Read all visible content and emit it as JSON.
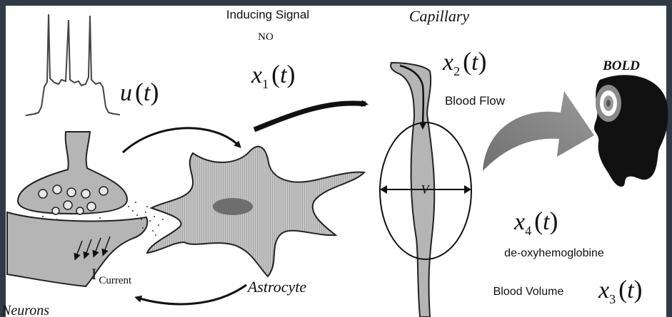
{
  "labels": {
    "inducing_signal": "Inducing Signal",
    "no": "NO",
    "capillary": "Capillary",
    "bold": "BOLD",
    "blood_flow": "Blood Flow",
    "deoxy": "de-oxyhemoglobine",
    "blood_volume": "Blood Volume",
    "astrocyte": "Astrocyte",
    "neurons": "Neurons",
    "current_i": "I",
    "current_sub": "Current",
    "volume_v": "V"
  },
  "variables": {
    "u": {
      "sym": "u",
      "sub": "",
      "arg": "t"
    },
    "x1": {
      "sym": "x",
      "sub": "1",
      "arg": "t"
    },
    "x2": {
      "sym": "x",
      "sub": "2",
      "arg": "t"
    },
    "x3": {
      "sym": "x",
      "sub": "3",
      "arg": "t"
    },
    "x4": {
      "sym": "x",
      "sub": "4",
      "arg": "t"
    }
  },
  "colors": {
    "background": "#2f3a45",
    "panel": "#ffffff",
    "tissue_gray": "#b5b5b5",
    "dark_gray": "#7a7a7a",
    "ink": "#111111"
  }
}
